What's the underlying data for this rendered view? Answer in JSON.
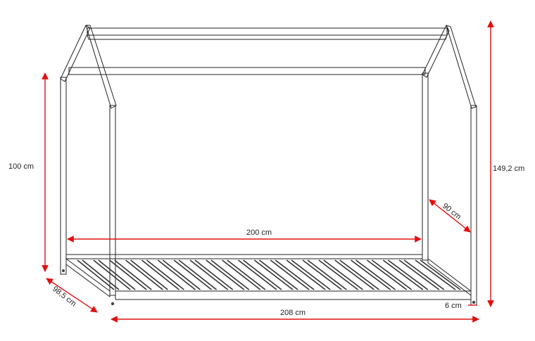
{
  "dimensions": {
    "height_left": "100 cm",
    "height_total": "149,2 cm",
    "inner_length": "200 cm",
    "inner_width": "90 cm",
    "outer_width": "98,5 cm",
    "outer_length": "208 cm",
    "rail_height": "6 cm"
  },
  "colors": {
    "dimension_line": "#e01010",
    "outline": "#222222",
    "text": "#222222"
  }
}
